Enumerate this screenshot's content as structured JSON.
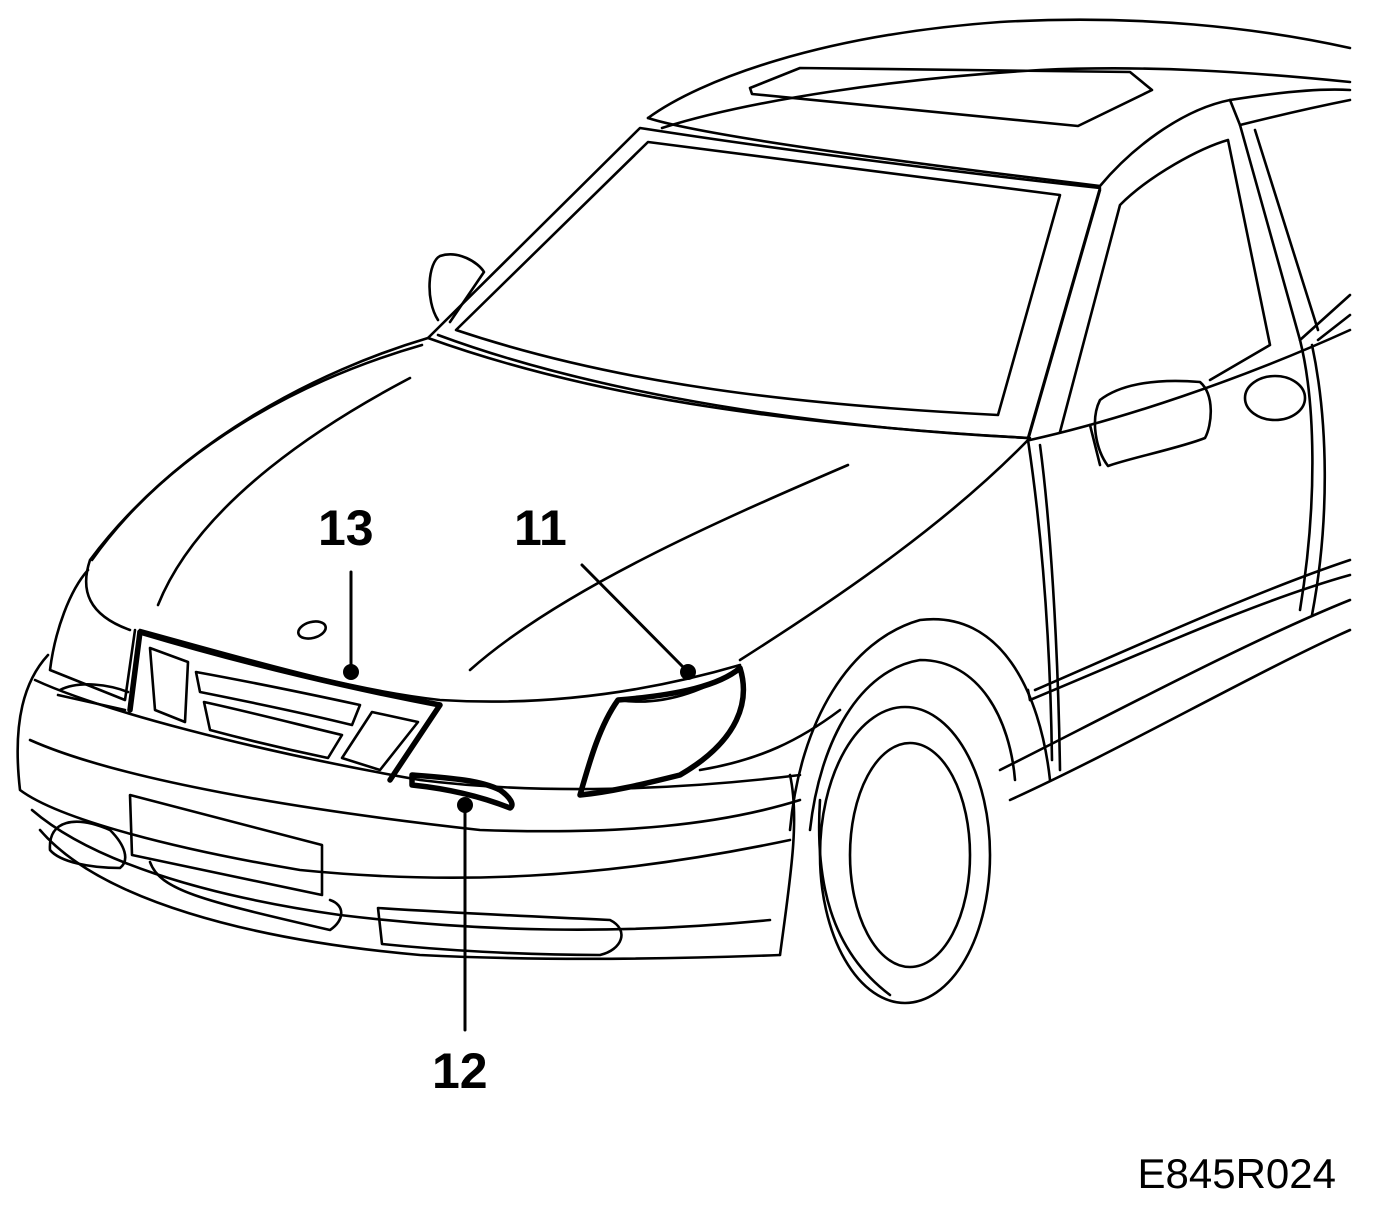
{
  "callouts": [
    {
      "id": "13",
      "label": "13",
      "part": "grille-trim"
    },
    {
      "id": "11",
      "label": "11",
      "part": "headlamp"
    },
    {
      "id": "12",
      "label": "12",
      "part": "indicator-trim"
    }
  ],
  "figure_code": "E845R024",
  "colors": {
    "line": "#000000",
    "background": "#ffffff"
  }
}
